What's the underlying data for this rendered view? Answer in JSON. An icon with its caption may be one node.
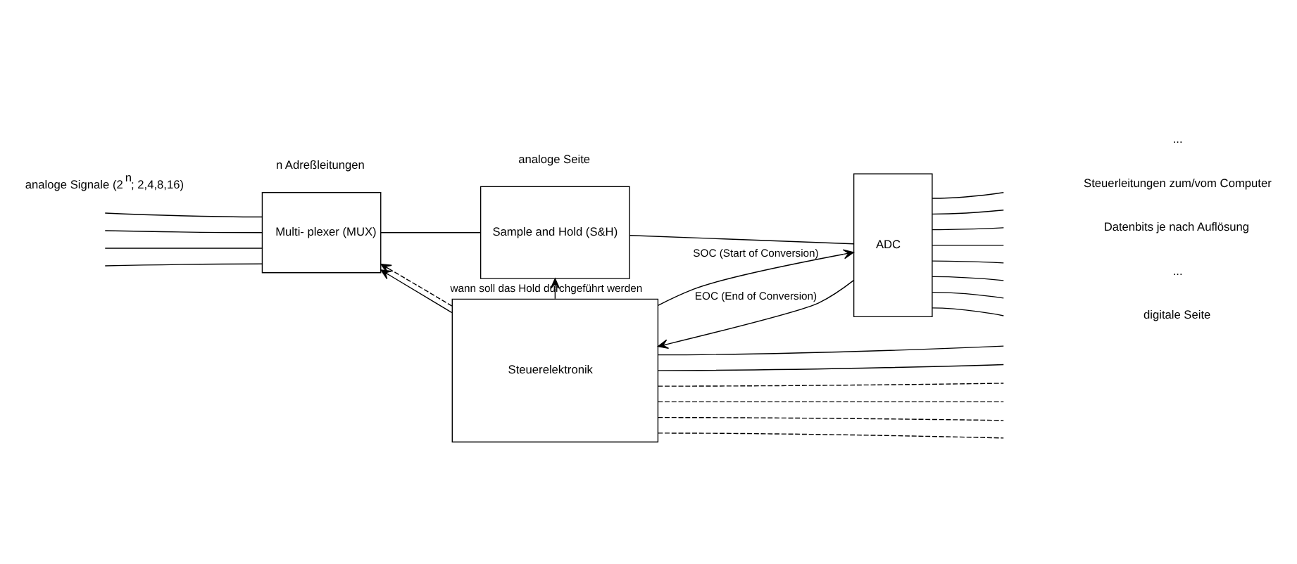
{
  "diagram": {
    "nodes": [
      {
        "text": [
          "Multi- plexer (MUX)"
        ]
      },
      {
        "text": [
          "Sample and Hold (S&H)"
        ]
      },
      {
        "text": [
          "ADC"
        ]
      },
      {
        "text": [
          "Steuerelektronik"
        ]
      }
    ],
    "edges": [
      {
        "from": null,
        "to": 0,
        "arrow": "none"
      },
      {
        "from": null,
        "to": 0,
        "arrow": "none"
      },
      {
        "from": null,
        "to": 0,
        "arrow": "none"
      },
      {
        "from": null,
        "to": 0,
        "arrow": "none"
      },
      {
        "from": 0,
        "to": 1,
        "arrow": "none"
      },
      {
        "from": 1,
        "to": 2,
        "arrow": "none"
      },
      {
        "from": 2,
        "to": null,
        "arrow": "none"
      },
      {
        "from": 2,
        "to": null,
        "arrow": "none"
      },
      {
        "from": 2,
        "to": null,
        "arrow": "none"
      },
      {
        "from": 2,
        "to": null,
        "arrow": "none"
      },
      {
        "from": 2,
        "to": null,
        "arrow": "none"
      },
      {
        "from": 2,
        "to": null,
        "arrow": "none"
      },
      {
        "from": 2,
        "to": null,
        "arrow": "none"
      },
      {
        "from": 2,
        "to": null,
        "arrow": "none"
      },
      {
        "from": 3,
        "to": 0,
        "arrow": "to"
      },
      {
        "from": 3,
        "to": 0,
        "arrow": "to",
        "style": "dashed"
      },
      {
        "from": 3,
        "to": 1,
        "arrow": "to",
        "label": "wann soll das Hold durchgeführt werden"
      },
      {
        "from": 3,
        "to": 2,
        "arrow": "to",
        "label": "SOC (Start of Conversion)"
      },
      {
        "from": 2,
        "to": 3,
        "arrow": "to",
        "label": "EOC (End of Conversion)"
      },
      {
        "from": 3,
        "to": null,
        "arrow": "none"
      },
      {
        "from": 3,
        "to": null,
        "arrow": "none"
      },
      {
        "from": 3,
        "to": null,
        "arrow": "none",
        "style": "dashed"
      },
      {
        "from": 3,
        "to": null,
        "arrow": "none",
        "style": "dashed"
      },
      {
        "from": 3,
        "to": null,
        "arrow": "none",
        "style": "dashed"
      },
      {
        "from": 3,
        "to": null,
        "arrow": "none",
        "style": "dashed"
      }
    ],
    "labels": [
      "analoge Signale (2$^{n}$; 2,4,8,16)",
      "analoge Seite",
      "digitale Seite",
      "...",
      "Datenbits je nach Auflösung",
      "n Adreßleitungen",
      "Steuerleitungen zum/vom Computer",
      "..."
    ]
  }
}
